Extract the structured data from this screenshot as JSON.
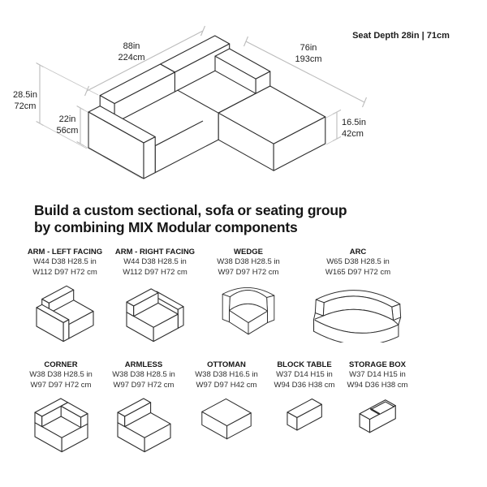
{
  "diagram": {
    "width_in": "88in",
    "width_cm": "224cm",
    "depth_in": "76in",
    "depth_cm": "193cm",
    "height_in": "28.5in",
    "height_cm": "72cm",
    "arm_height_in": "22in",
    "arm_height_cm": "56cm",
    "ottoman_height_in": "16.5in",
    "ottoman_height_cm": "42cm",
    "seat_depth_note": "Seat Depth 28in | 71cm"
  },
  "heading": {
    "line1": "Build a custom sectional, sofa or seating group",
    "line2": "by combining MIX Modular components"
  },
  "components": {
    "row1": [
      {
        "name": "ARM - LEFT FACING",
        "dim_in": "W44 D38 H28.5 in",
        "dim_cm": "W112 D97 H72 cm"
      },
      {
        "name": "ARM - RIGHT FACING",
        "dim_in": "W44 D38 H28.5 in",
        "dim_cm": "W112 D97 H72 cm"
      },
      {
        "name": "WEDGE",
        "dim_in": "W38 D38 H28.5 in",
        "dim_cm": "W97 D97 H72 cm"
      },
      {
        "name": "ARC",
        "dim_in": "W65 D38 H28.5 in",
        "dim_cm": "W165 D97 H72 cm"
      }
    ],
    "row2": [
      {
        "name": "CORNER",
        "dim_in": "W38 D38 H28.5 in",
        "dim_cm": "W97 D97 H72 cm"
      },
      {
        "name": "ARMLESS",
        "dim_in": "W38 D38 H28.5 in",
        "dim_cm": "W97 D97 H72 cm"
      },
      {
        "name": "OTTOMAN",
        "dim_in": "W38 D38 H16.5 in",
        "dim_cm": "W97 D97 H42 cm"
      },
      {
        "name": "BLOCK TABLE",
        "dim_in": "W37 D14 H15 in",
        "dim_cm": "W94 D36 H38 cm"
      },
      {
        "name": "STORAGE BOX",
        "dim_in": "W37 D14 H15 in",
        "dim_cm": "W94 D36 H38 cm"
      }
    ]
  },
  "colors": {
    "line_art": "#2d2d2d",
    "dimension_lines": "#bcbcbc",
    "text": "#1d1d1d"
  }
}
